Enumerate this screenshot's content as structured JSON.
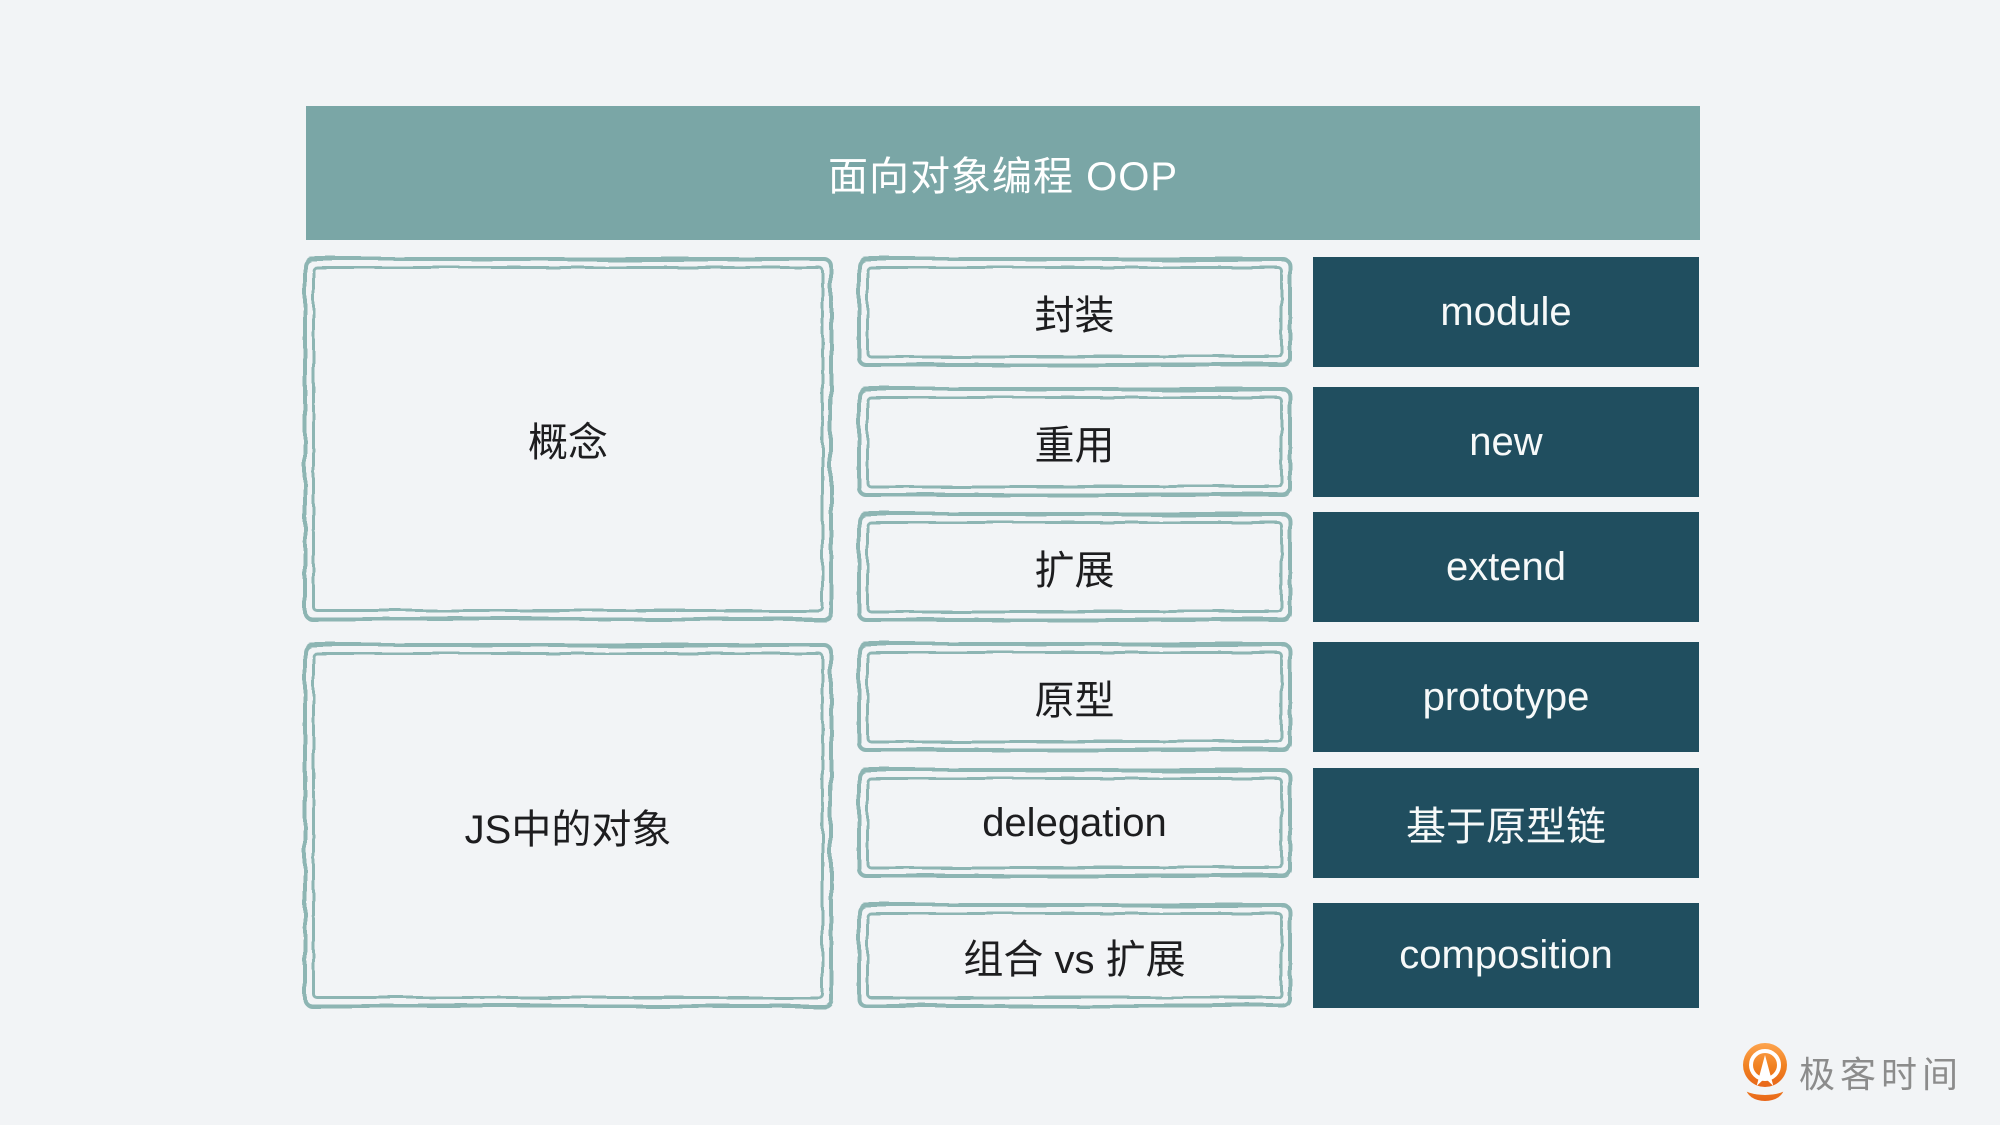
{
  "title": "面向对象编程 OOP",
  "groups": [
    {
      "label": "概念",
      "rows": [
        {
          "concept": "封装",
          "impl": "module"
        },
        {
          "concept": "重用",
          "impl": "new"
        },
        {
          "concept": "扩展",
          "impl": "extend"
        }
      ]
    },
    {
      "label": "JS中的对象",
      "rows": [
        {
          "concept": "原型",
          "impl": "prototype"
        },
        {
          "concept": "delegation",
          "impl": "基于原型链"
        },
        {
          "concept": "组合 vs 扩展",
          "impl": "composition"
        }
      ]
    }
  ],
  "brand": {
    "name": "极客时间",
    "icon": "geektime-logo-icon"
  },
  "colors": {
    "page_bg": "#f2f4f6",
    "header_bg": "#7aa6a6",
    "sketch_line": "#8db5b3",
    "solid_box_bg": "#204e5f",
    "box_text": "#1d1d1f",
    "solid_box_text": "#f6f9f9",
    "brand_orange": "#ef7c1e",
    "brand_text": "#8c8c8c"
  }
}
